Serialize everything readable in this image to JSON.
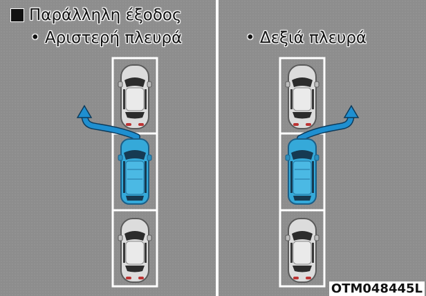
{
  "heading": "Παράλληλη έξοδος",
  "left_panel": {
    "label": "• Αριστερή πλευρά"
  },
  "right_panel": {
    "label": "• Δεξιά πλευρά"
  },
  "figure_code": "OTM048445L",
  "colors": {
    "road": "#8d8d8d",
    "slot_line": "#ffffff",
    "parked_car": "#e2e2e2",
    "moving_car": "#35a9d9",
    "arrow": "#1f8fd0"
  },
  "icons": [
    "parked-car-icon",
    "moving-car-icon",
    "exit-arrow-icon"
  ]
}
